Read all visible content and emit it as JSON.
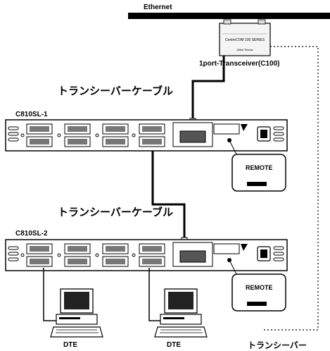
{
  "labels": {
    "ethernet": "Ethernet",
    "transceiver": "1port-Transceiver(C100)",
    "transceiver_body_line1": "CentreCOM 100 SERIES",
    "transceiver_body_line2": "Allied Telesis",
    "cable_1": "トランシーバーケーブル",
    "cable_2": "トランシーバーケーブル",
    "device_1": "C810SL-1",
    "device_2": "C810SL-2",
    "remote_1": "REMOTE",
    "remote_2": "REMOTE",
    "dte_1": "DTE",
    "dte_2": "DTE",
    "transceiver_bottom": "トランシーバー"
  }
}
